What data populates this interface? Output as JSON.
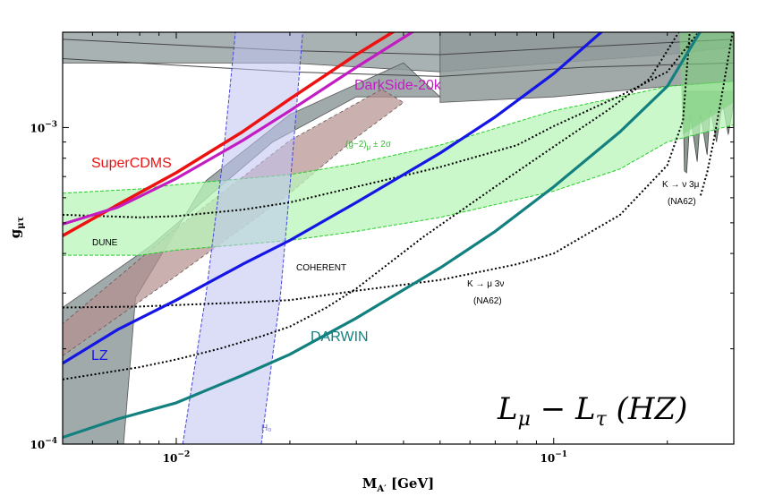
{
  "chart_data": {
    "type": "line",
    "title": "",
    "xlabel": "M_{A'} [GeV]",
    "ylabel": "g_{μτ}",
    "xscale": "log",
    "yscale": "log",
    "xlim": [
      0.005,
      0.3
    ],
    "ylim": [
      0.0001,
      0.002
    ],
    "x_ticks": [
      {
        "value": 0.01,
        "base": "10",
        "exp": "−2"
      },
      {
        "value": 0.1,
        "base": "10",
        "exp": "−1"
      }
    ],
    "y_ticks": [
      {
        "value": 0.001,
        "base": "10",
        "exp": "−3"
      },
      {
        "value": 0.0001,
        "base": "10",
        "exp": "−4"
      }
    ],
    "model_label": {
      "main": "L",
      "sub1": "μ",
      "minus": " − ",
      "sub2": "τ",
      "tail": " (HZ)"
    },
    "projections": [
      {
        "name": "SuperCDMS",
        "color": "#ee1111",
        "width": 3.5,
        "x": [
          0.005,
          0.007,
          0.01,
          0.015,
          0.02,
          0.03,
          0.04
        ],
        "y": [
          0.000455,
          0.00057,
          0.00072,
          0.00097,
          0.00123,
          0.0017,
          0.0021
        ]
      },
      {
        "name": "DarkSide-20k",
        "color": "#c21cc2",
        "width": 3.2,
        "x": [
          0.005,
          0.007,
          0.01,
          0.015,
          0.02,
          0.03,
          0.045
        ],
        "y": [
          0.000495,
          0.00056,
          0.00069,
          0.00091,
          0.00113,
          0.00155,
          0.0021
        ]
      },
      {
        "name": "LZ",
        "color": "#1515e6",
        "width": 3.2,
        "x": [
          0.005,
          0.007,
          0.01,
          0.015,
          0.02,
          0.03,
          0.05,
          0.07,
          0.1,
          0.14
        ],
        "y": [
          0.00018,
          0.00023,
          0.000285,
          0.00037,
          0.00044,
          0.00058,
          0.00083,
          0.00108,
          0.00148,
          0.0021
        ]
      },
      {
        "name": "DARWIN",
        "color": "#138080",
        "width": 3.2,
        "x": [
          0.005,
          0.007,
          0.01,
          0.015,
          0.02,
          0.03,
          0.05,
          0.07,
          0.1,
          0.15,
          0.2,
          0.25
        ],
        "y": [
          0.000105,
          0.00012,
          0.000135,
          0.000165,
          0.000192,
          0.00025,
          0.00036,
          0.00047,
          0.00065,
          0.00097,
          0.00135,
          0.0021
        ]
      }
    ],
    "g2_band": {
      "name": "(g−2)_μ ± 2σ",
      "label_parts": {
        "pre": "(g−2)",
        "sub": "μ",
        "post": " ± 2σ"
      },
      "color": "#22cc22",
      "fill": "#b8f5b8",
      "x": [
        0.005,
        0.008,
        0.01,
        0.02,
        0.03,
        0.05,
        0.1,
        0.15,
        0.2,
        0.3
      ],
      "upper": [
        0.00062,
        0.00064,
        0.00066,
        0.00071,
        0.00077,
        0.00088,
        0.00113,
        0.00125,
        0.00135,
        0.0014
      ],
      "lower": [
        0.000395,
        0.000395,
        0.00041,
        0.00044,
        0.00047,
        0.00052,
        0.00063,
        0.00074,
        0.0009,
        0.00102
      ]
    },
    "h0_band": {
      "name": "H₀",
      "color": "#4444dd",
      "fill": "#c0c2f2",
      "left_x": [
        0.0104,
        0.012,
        0.0133,
        0.0144
      ],
      "right_x": [
        0.0168,
        0.0189,
        0.0203,
        0.0217
      ],
      "y": [
        0.0001,
        0.0003,
        0.0008,
        0.0021
      ]
    },
    "sensitivities": [
      {
        "name": "DUNE",
        "x": [
          0.005,
          0.008,
          0.01,
          0.015,
          0.02,
          0.03,
          0.05,
          0.08,
          0.1,
          0.15,
          0.2,
          0.25
        ],
        "y": [
          0.00053,
          0.00052,
          0.000525,
          0.00055,
          0.00058,
          0.00065,
          0.00075,
          0.00088,
          0.00101,
          0.00126,
          0.0015,
          0.0021
        ]
      },
      {
        "name": "COHERENT",
        "x": [
          0.005,
          0.008,
          0.01,
          0.013,
          0.017,
          0.02,
          0.025,
          0.03,
          0.045,
          0.07,
          0.1,
          0.14,
          0.18,
          0.22
        ],
        "y": [
          0.00016,
          0.000175,
          0.000185,
          0.0002,
          0.00022,
          0.000235,
          0.00027,
          0.00031,
          0.00045,
          0.00065,
          0.00087,
          0.00114,
          0.00143,
          0.0021
        ]
      },
      {
        "name": "K → μ 3ν (NA62)",
        "x": [
          0.005,
          0.008,
          0.01,
          0.015,
          0.02,
          0.03,
          0.05,
          0.08,
          0.1,
          0.15,
          0.2,
          0.22,
          0.23
        ],
        "y": [
          0.00027,
          0.000272,
          0.000275,
          0.00028,
          0.000285,
          0.000305,
          0.00033,
          0.00037,
          0.0004,
          0.00053,
          0.00076,
          0.00105,
          0.0021
        ]
      },
      {
        "name": "K → ν 3μ (NA62)",
        "x": [
          0.245,
          0.255,
          0.265,
          0.28,
          0.3
        ],
        "y": [
          0.00061,
          0.00072,
          0.0009,
          0.0013,
          0.0021
        ]
      }
    ],
    "excluded_regions": [
      {
        "name": "grey-top",
        "upper_x": [
          0.005,
          0.3
        ],
        "upper_y": [
          0.0025,
          0.0025
        ],
        "lower_x": [
          0.005,
          0.02,
          0.05,
          0.1,
          0.2,
          0.3
        ],
        "lower_y": [
          0.0016,
          0.0016,
          0.0015,
          0.0016,
          0.0017,
          0.0018
        ]
      },
      {
        "name": "grey-right",
        "x": [
          0.05,
          0.1,
          0.2,
          0.3,
          0.3,
          0.05
        ],
        "y": [
          0.0012,
          0.00125,
          0.00135,
          0.0014,
          0.0025,
          0.0025
        ]
      }
    ],
    "labels": [
      {
        "key": "superCDMS",
        "text": "SuperCDMS",
        "color": "#ee1111"
      },
      {
        "key": "darkside",
        "text": "DarkSide-20k",
        "color": "#c21cc2"
      },
      {
        "key": "lz",
        "text": "LZ",
        "color": "#1515e6"
      },
      {
        "key": "darwin",
        "text": "DARWIN",
        "color": "#138080"
      },
      {
        "key": "dune",
        "text": "DUNE",
        "color": "#000000"
      },
      {
        "key": "coherent",
        "text": "COHERENT",
        "color": "#000000"
      },
      {
        "key": "kmu1",
        "text": "K → μ 3ν",
        "color": "#000000"
      },
      {
        "key": "kmu2",
        "text": "(NA62)",
        "color": "#000000"
      },
      {
        "key": "knu1",
        "text": "K → ν 3μ",
        "color": "#000000"
      },
      {
        "key": "knu2",
        "text": "(NA62)",
        "color": "#000000"
      },
      {
        "key": "h0",
        "text": "H₀",
        "color": "#6a6ad0"
      }
    ]
  }
}
